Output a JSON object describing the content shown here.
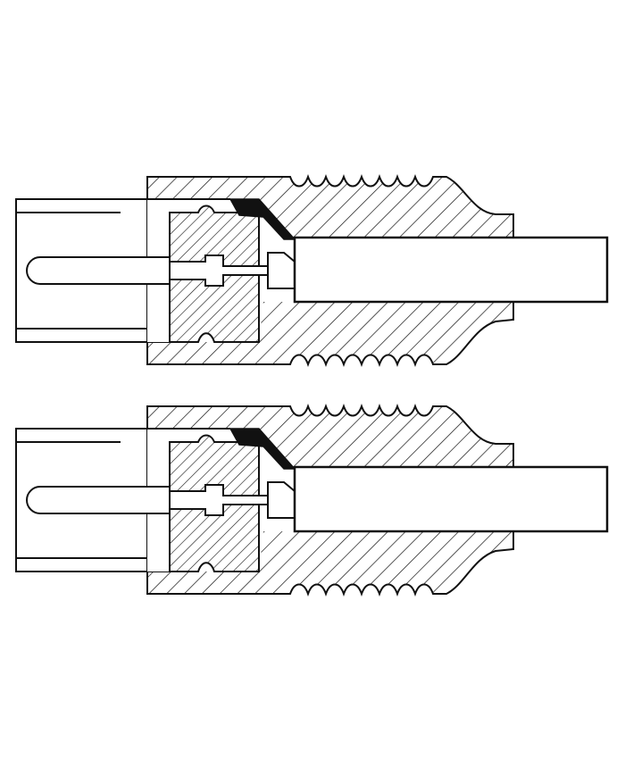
{
  "figure": {
    "type": "technical cross-section drawing",
    "background_color": "#ffffff",
    "line_color": "#111111",
    "fill_color": "#ffffff",
    "hatch_color": "#111111",
    "connectors": [
      {
        "id": "upper",
        "parts": [
          "cable",
          "body",
          "insulator",
          "pin",
          "outer-sleeve",
          "solder-joint"
        ]
      },
      {
        "id": "lower",
        "parts": [
          "cable",
          "body",
          "insulator",
          "pin",
          "outer-sleeve",
          "solder-joint"
        ]
      }
    ]
  }
}
